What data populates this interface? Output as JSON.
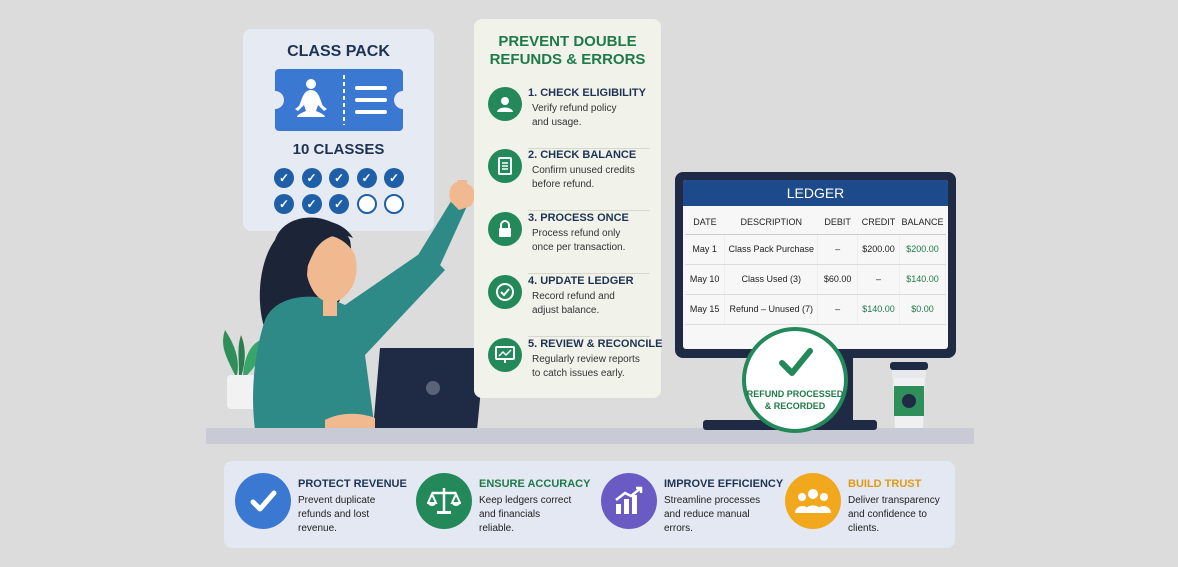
{
  "class_pack": {
    "title": "CLASS PACK",
    "count": "10 CLASSES",
    "used": 8,
    "total": 10
  },
  "steps": {
    "title_line1": "PREVENT DOUBLE",
    "title_line2": "REFUNDS & ERRORS",
    "items": [
      {
        "heading": "1. CHECK ELIGIBILITY",
        "line1": "Verify refund policy",
        "line2": "and usage."
      },
      {
        "heading": "2. CHECK BALANCE",
        "line1": "Confirm unused credits",
        "line2": "before refund."
      },
      {
        "heading": "3. PROCESS ONCE",
        "line1": "Process refund only",
        "line2": "once per transaction."
      },
      {
        "heading": "4. UPDATE LEDGER",
        "line1": "Record refund and",
        "line2": "adjust balance."
      },
      {
        "heading": "5. REVIEW & RECONCILE",
        "line1": "Regularly review reports",
        "line2": "to catch issues early."
      }
    ]
  },
  "ledger": {
    "title": "LEDGER",
    "headers": [
      "DATE",
      "DESCRIPTION",
      "DEBIT",
      "CREDIT",
      "BALANCE"
    ],
    "rows": [
      [
        "May 1",
        "Class Pack Purchase",
        "–",
        "$200.00",
        "$200.00"
      ],
      [
        "May 10",
        "Class Used (3)",
        "$60.00",
        "–",
        "$140.00"
      ],
      [
        "May 15",
        "Refund – Unused (7)",
        "–",
        "$140.00",
        "$0.00"
      ]
    ]
  },
  "badge": {
    "line1": "REFUND PROCESSED",
    "line2": "& RECORDED"
  },
  "benefits": [
    {
      "heading": "PROTECT REVENUE",
      "line1": "Prevent duplicate",
      "line2": "refunds and lost",
      "line3": "revenue.",
      "color": "#1f5fa8",
      "bg": "#3a78d1",
      "icon": "checkmark-icon"
    },
    {
      "heading": "ENSURE ACCURACY",
      "line1": "Keep ledgers correct",
      "line2": "and financials",
      "line3": "reliable.",
      "color": "#1f7a4a",
      "bg": "#23895a",
      "icon": "scales-icon"
    },
    {
      "heading": "IMPROVE EFFICIENCY",
      "line1": "Streamline processes",
      "line2": "and reduce manual",
      "line3": "errors.",
      "color": "#3a2f7a",
      "bg": "#6a5bc4",
      "icon": "growth-chart-icon"
    },
    {
      "heading": "BUILD TRUST",
      "line1": "Deliver transparency",
      "line2": "and confidence to",
      "line3": "clients.",
      "color": "#e09a12",
      "bg": "#f2a81d",
      "icon": "people-icon"
    }
  ]
}
